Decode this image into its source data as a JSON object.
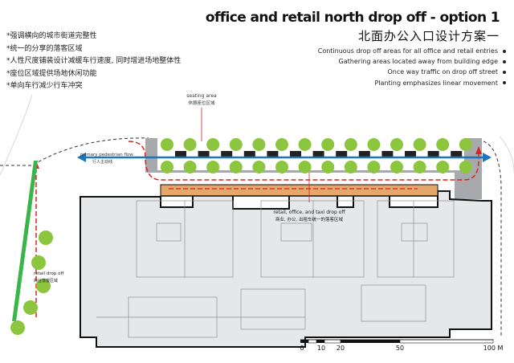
{
  "notes_zh": [
    "*强调横向的城市街道完整性",
    "*统一的分享的落客区域",
    "*人性尺度铺装设计减缓车行速度, 同时增进场地整体性",
    "*座位区域提供场地休闲功能",
    "*单向车行减少行车冲突"
  ],
  "title_en": "office and retail north drop off - option 1",
  "title_zh": "北面办公入口设计方案一",
  "bullets": [
    "Continuous drop off areas for all office and retail entries",
    "Gathering areas located away from building edge",
    "Once way traffic on drop off street",
    "Planting emphasizes linear movement"
  ],
  "labels": {
    "seating_area": "seating area",
    "seating_area_zh": "休憩座位区域",
    "pedestrian_flow": "primary pedestrian flow",
    "pedestrian_flow_zh": "行人主动线",
    "drop_off": "retail, office, and taxi drop off",
    "drop_off_zh": "商业, 办公, 出租车统一的落客区域",
    "retail_drop_off": "retail drop off",
    "retail_drop_off_zh": "商业落客区域"
  },
  "scale": {
    "ticks": [
      "0",
      "10",
      "20",
      "50",
      "100 M"
    ]
  },
  "colors": {
    "tree": "#8cc63f",
    "pedestrian_arrow": "#1b75bc",
    "vehicle_arrow": "#d7251f",
    "drop_off_band": "#e6a76b",
    "street": "#a7a9ac",
    "building": "#e6e7e8"
  }
}
